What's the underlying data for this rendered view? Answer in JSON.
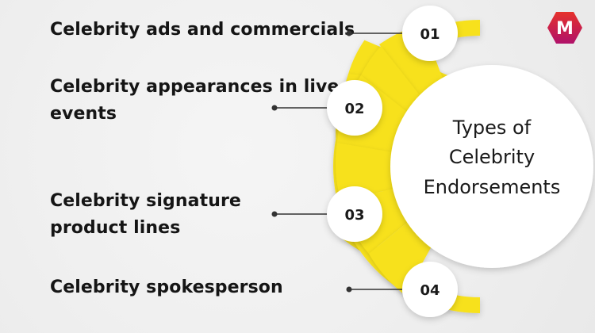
{
  "title_lines": [
    "Types of",
    "Celebrity",
    "Endorsements"
  ],
  "items": [
    {
      "number": "01",
      "lines": [
        "Celebrity ads and commercials"
      ]
    },
    {
      "number": "02",
      "lines": [
        "Celebrity appearances in live",
        "events"
      ]
    },
    {
      "number": "03",
      "lines": [
        "Celebrity signature",
        "product lines"
      ]
    },
    {
      "number": "04",
      "lines": [
        "Celebrity spokesperson"
      ]
    }
  ],
  "logo": {
    "letter": "M"
  },
  "colors": {
    "accent": "#f7e11c",
    "accent_shadow": "#e4c800",
    "circle": "#ffffff",
    "text": "#151515",
    "logo_top": "#e6322b",
    "logo_bottom": "#b0126a"
  }
}
